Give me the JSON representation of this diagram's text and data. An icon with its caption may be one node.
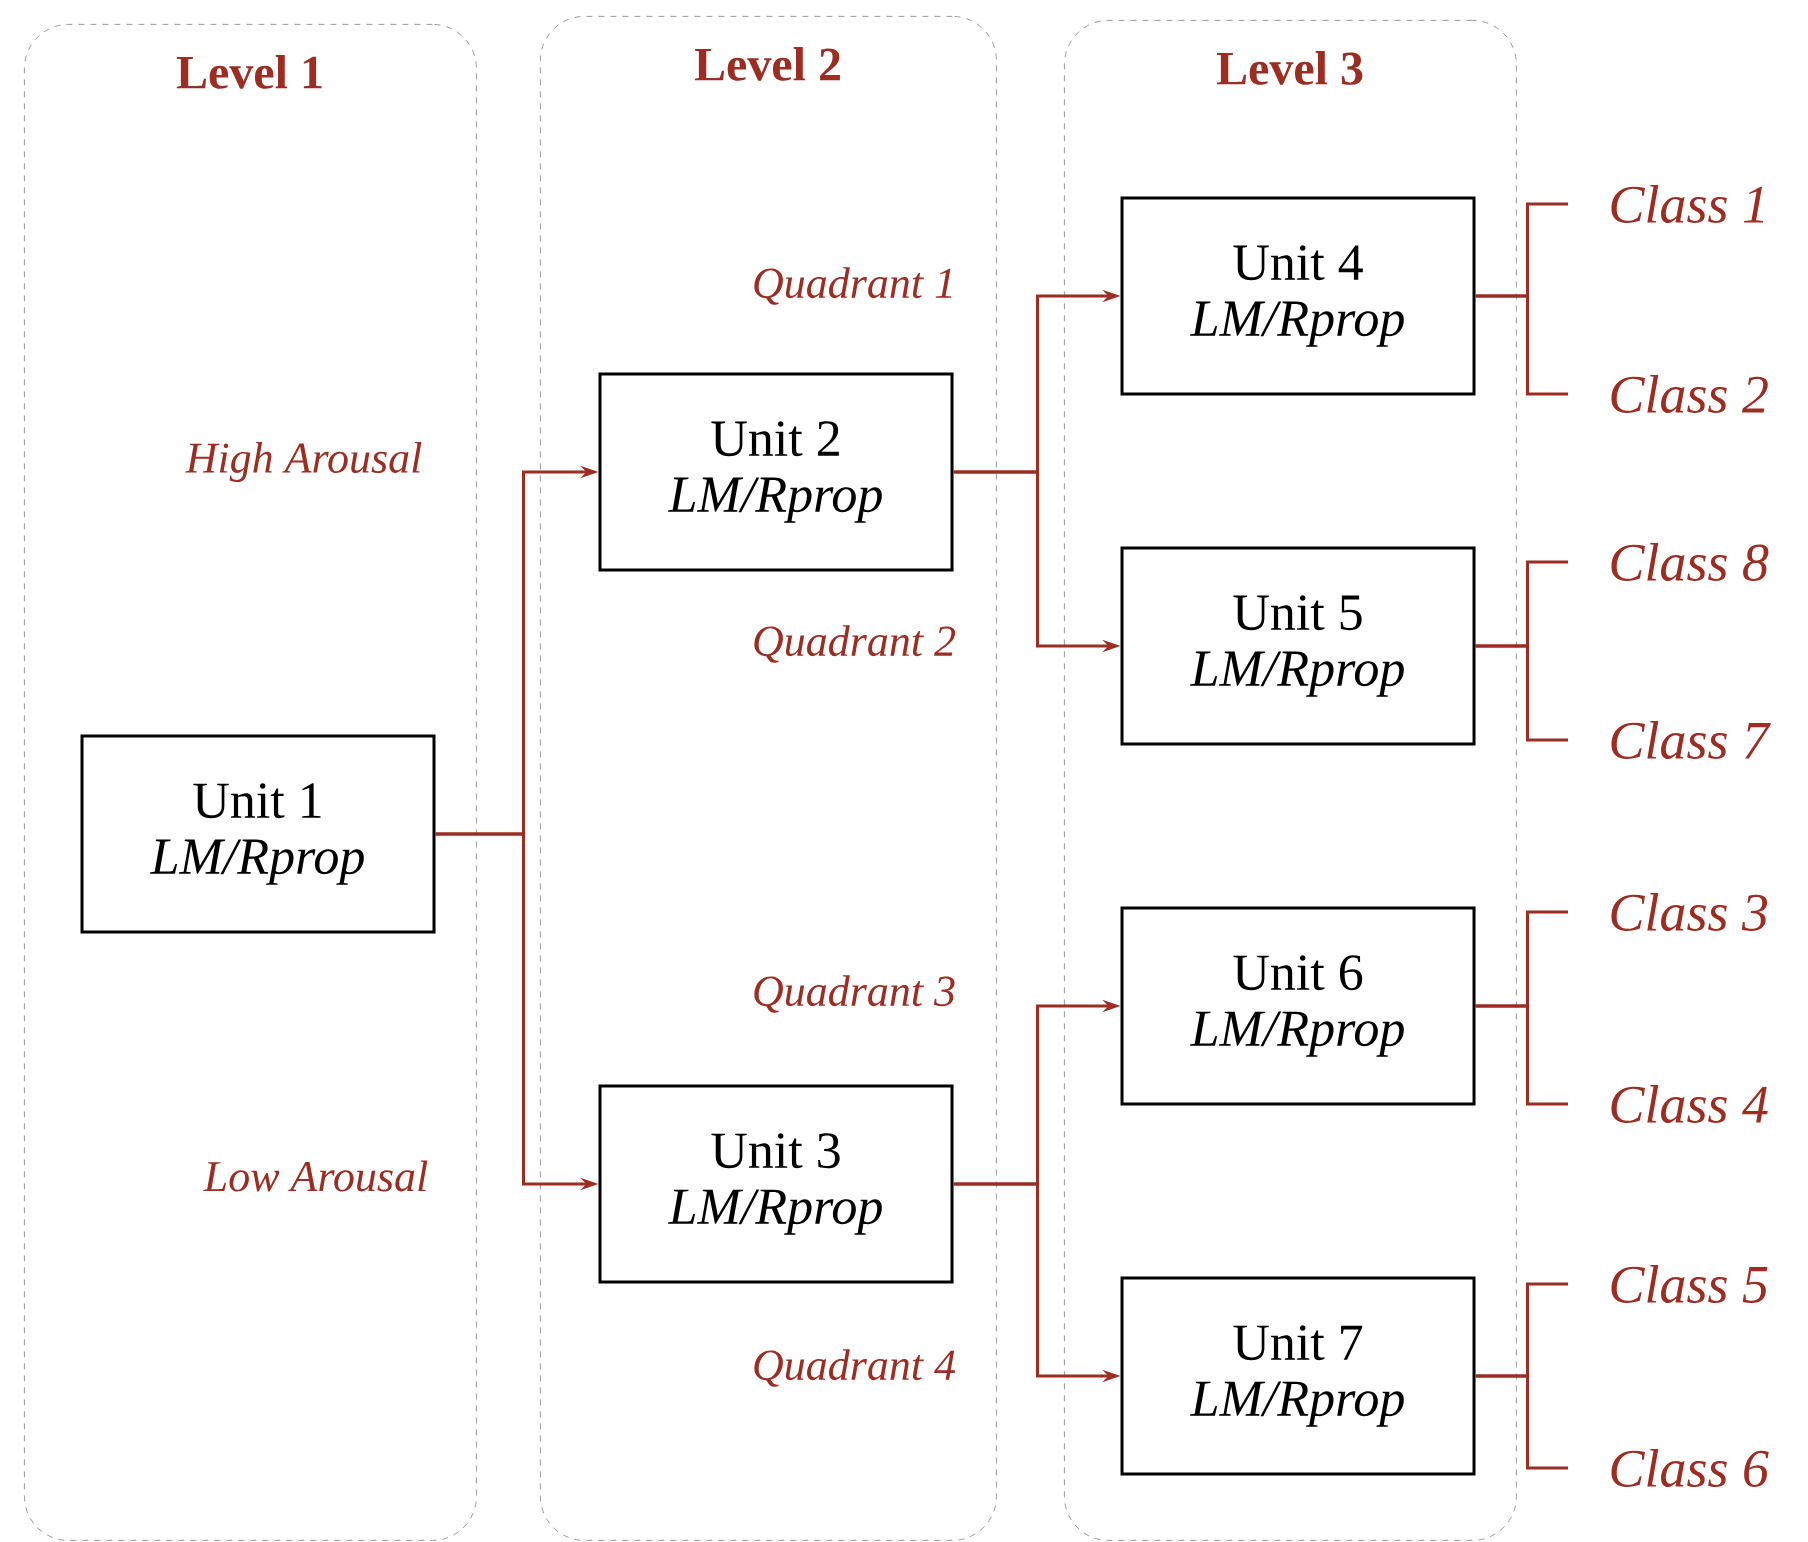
{
  "diagram": {
    "nodes": [
      {
        "text": [
          "Level 1"
        ]
      },
      {
        "text": [
          "Unit 1",
          "LM/Rprop"
        ],
        "in": 0
      },
      {
        "text": [
          "Level 2"
        ]
      },
      {
        "text": [
          "Unit 2",
          "LM/Rprop"
        ],
        "in": 2
      },
      {
        "text": [
          "Unit 3",
          "LM/Rprop"
        ],
        "in": 2
      },
      {
        "text": [
          "Level 3"
        ]
      },
      {
        "text": [
          "Unit 4",
          "LM/Rprop"
        ],
        "in": 5
      },
      {
        "text": [
          "Unit 5",
          "LM/Rprop"
        ],
        "in": 5
      },
      {
        "text": [
          "Unit 6",
          "LM/Rprop"
        ],
        "in": 5
      },
      {
        "text": [
          "Unit 7",
          "LM/Rprop"
        ],
        "in": 5
      },
      {
        "text": [
          "Class 1"
        ]
      },
      {
        "text": [
          "Class 2"
        ]
      },
      {
        "text": [
          "Class 8"
        ]
      },
      {
        "text": [
          "Class 7"
        ]
      },
      {
        "text": [
          "Class 3"
        ]
      },
      {
        "text": [
          "Class 4"
        ]
      },
      {
        "text": [
          "Class 5"
        ]
      },
      {
        "text": [
          "Class 6"
        ]
      }
    ],
    "edges": [
      {
        "from": 1,
        "to": 3,
        "arrow": "to",
        "label": "High Arousal"
      },
      {
        "from": 1,
        "to": 4,
        "arrow": "to",
        "label": "Low Arousal"
      },
      {
        "from": 3,
        "to": 6,
        "arrow": "to",
        "label": "Quadrant 1"
      },
      {
        "from": 3,
        "to": 7,
        "arrow": "to",
        "label": "Quadrant 2"
      },
      {
        "from": 4,
        "to": 8,
        "arrow": "to",
        "label": "Quadrant 3"
      },
      {
        "from": 4,
        "to": 9,
        "arrow": "to",
        "label": "Quadrant 4"
      },
      {
        "from": 6,
        "to": 10,
        "arrow": "none"
      },
      {
        "from": 6,
        "to": 11,
        "arrow": "none"
      },
      {
        "from": 7,
        "to": 12,
        "arrow": "none"
      },
      {
        "from": 7,
        "to": 13,
        "arrow": "none"
      },
      {
        "from": 8,
        "to": 14,
        "arrow": "none"
      },
      {
        "from": 8,
        "to": 15,
        "arrow": "none"
      },
      {
        "from": 9,
        "to": 16,
        "arrow": "none"
      },
      {
        "from": 9,
        "to": 17,
        "arrow": "none"
      }
    ]
  }
}
